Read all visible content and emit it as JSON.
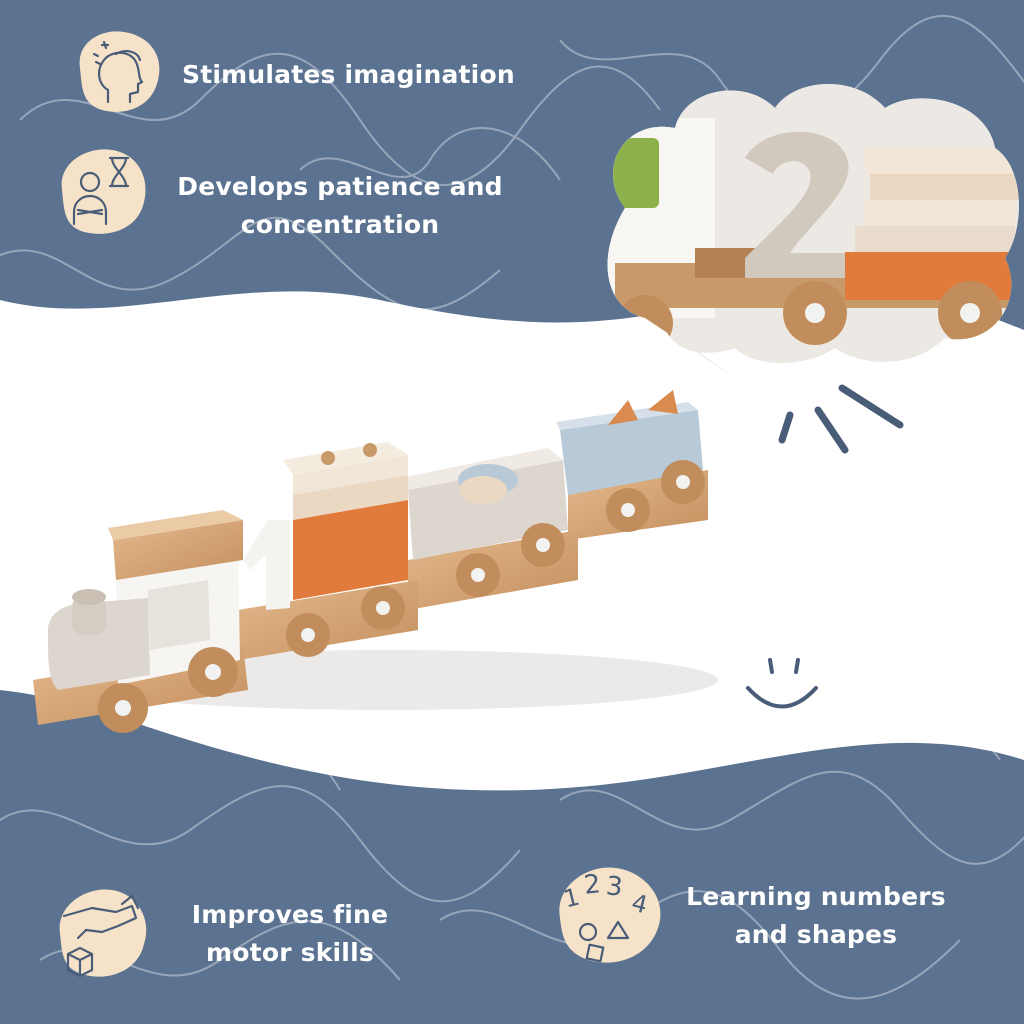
{
  "colors": {
    "background": "#5b7290",
    "wave": "#ffffff",
    "blob": "#f5e2c8",
    "icon_stroke": "#4a5d78",
    "doodle": "#c8d1dc",
    "text": "#ffffff"
  },
  "features": [
    {
      "id": "imagination",
      "icon": "head-sparkle-icon",
      "label": "Stimulates imagination"
    },
    {
      "id": "patience",
      "icon": "hourglass-person-icon",
      "label_lines": [
        "Develops patience and",
        "concentration"
      ]
    },
    {
      "id": "motor",
      "icon": "hand-block-icon",
      "label_lines": [
        "Improves fine",
        "motor skills"
      ]
    },
    {
      "id": "numbers",
      "icon": "numbers-shapes-icon",
      "label_lines": [
        "Learning numbers",
        "and shapes"
      ]
    }
  ],
  "numbers_icon_digits": [
    "1",
    "2",
    "3",
    "4"
  ],
  "train": {
    "figure_one": "1",
    "cloud_figure_two": "2"
  }
}
